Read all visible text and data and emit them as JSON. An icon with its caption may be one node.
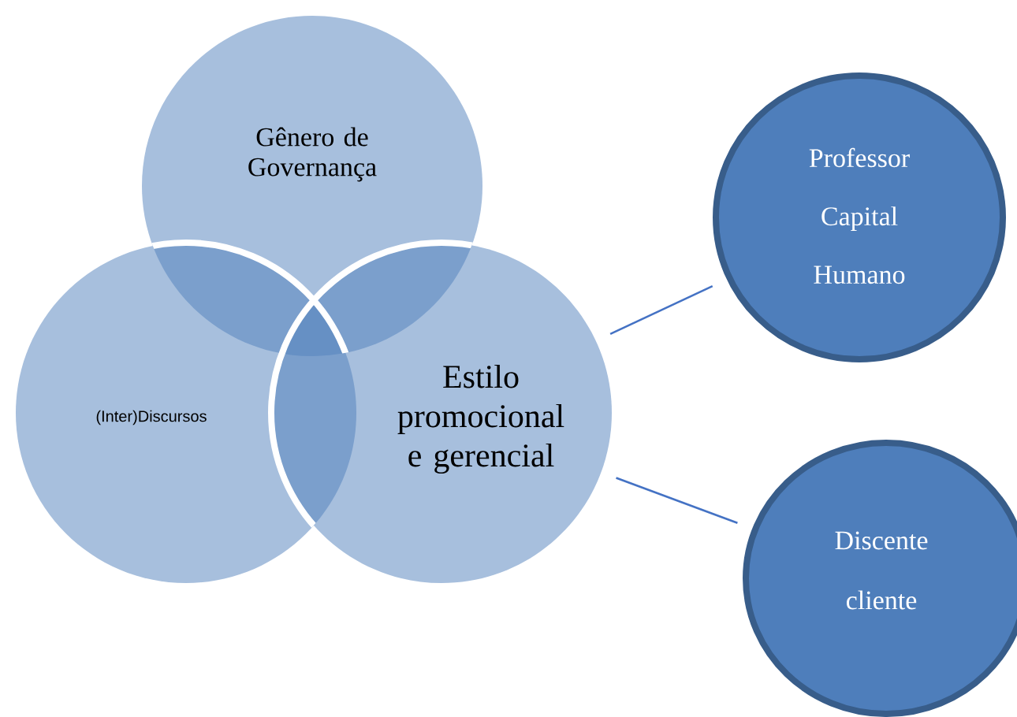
{
  "diagram": {
    "nodes": [
      {
        "text": [
          "Gênero de Governança"
        ]
      },
      {
        "text": [
          "(Inter)Discursos"
        ]
      },
      {
        "text": [
          "Estilo promocional e gerencial"
        ]
      },
      {
        "text": [
          "Professor Capital Humano"
        ]
      },
      {
        "text": [
          "Discente cliente"
        ]
      }
    ],
    "edges": [
      {
        "from": 2,
        "to": 3,
        "arrow": "none"
      },
      {
        "from": 2,
        "to": 4,
        "arrow": "none"
      }
    ]
  }
}
